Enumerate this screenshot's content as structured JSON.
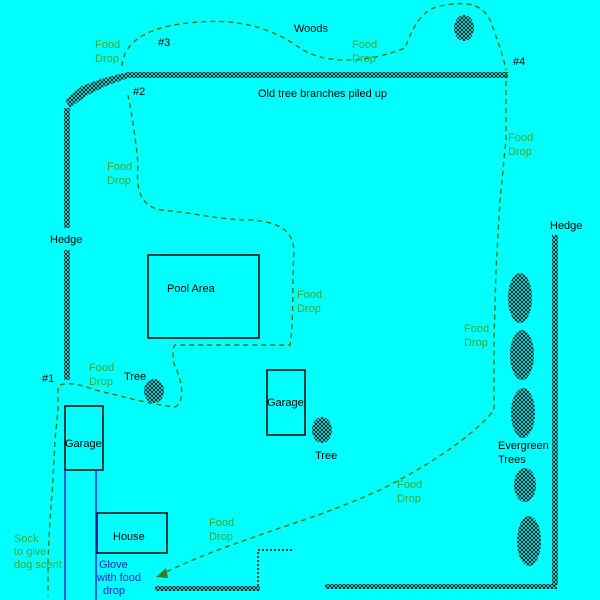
{
  "colors": {
    "background": "#00ffff",
    "route": "#2e7d1a",
    "food_drop_text": "#33aa33",
    "structure": "#000000",
    "glove_text": "#1e1ed2"
  },
  "labels": {
    "woods": "Woods",
    "branches": "Old tree branches piled up",
    "hedge_left": "Hedge",
    "hedge_right": "Hedge",
    "pool_area": "Pool Area",
    "garage_left": "Garage",
    "garage_middle": "Garage",
    "house": "House",
    "tree_left": "Tree",
    "tree_middle": "Tree",
    "evergreen_line1": "Evergreen",
    "evergreen_line2": "Trees",
    "sock_line1": "Sock",
    "sock_line2": "to give",
    "sock_line3": "dog scent",
    "glove_line1": "Glove",
    "glove_line2": "with food",
    "glove_line3": "drop"
  },
  "markers": {
    "m1": "#1",
    "m2": "#2",
    "m3": "#3",
    "m4": "#4"
  },
  "food_drops": {
    "line1": "Food",
    "line2": "Drop"
  }
}
